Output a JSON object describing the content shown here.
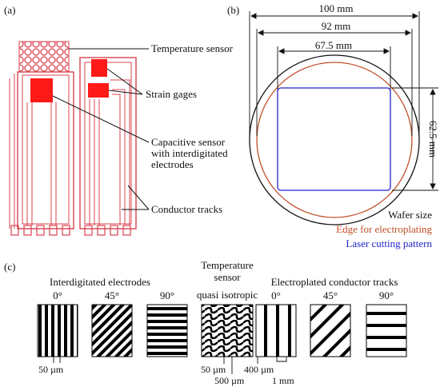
{
  "panels": {
    "a": "(a)",
    "b": "(b)",
    "c": "(c)"
  },
  "panel_a": {
    "temperature_sensor": "Temperature sensor",
    "strain_gages": "Strain gages",
    "capacitive_line1": "Capacitive sensor",
    "capacitive_line2": "with interdigitated",
    "capacitive_line3": "electrodes",
    "conductor_tracks": "Conductor tracks"
  },
  "panel_b": {
    "dim_100": "100 mm",
    "dim_92": "92 mm",
    "dim_67_5": "67.5 mm",
    "dim_62_5": "62.5 mm",
    "legend": [
      {
        "text": "Wafer size",
        "color": "#111111"
      },
      {
        "text": "Edge for electroplating",
        "color": "#c0502a"
      },
      {
        "text": "Laser cutting pattern",
        "color": "#2222cc"
      }
    ]
  },
  "panel_c": {
    "interdigitated_title": "Interdigitated electrodes",
    "temperature_title_line1": "Temperature",
    "temperature_title_line2": "sensor",
    "quasi_isotropic": "quasi isotropic",
    "electroplated_title": "Electroplated conductor tracks",
    "angles_interdigitated": [
      "0°",
      "45°",
      "90°"
    ],
    "angles_electroplated": [
      "0°",
      "45°",
      "90°"
    ],
    "dim_50um_a": "50 µm",
    "dim_50um_b": "50 µm",
    "dim_500um": "500 µm",
    "dim_400um": "400 µm",
    "dim_1mm": "1 mm"
  },
  "colors": {
    "sensor_red": "#ff1a1a",
    "trace_red": "#d9434f",
    "edge_orange": "#c0502a",
    "laser_blue": "#2222cc"
  }
}
